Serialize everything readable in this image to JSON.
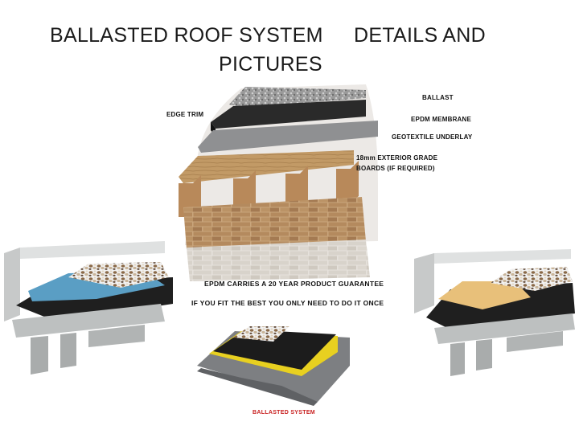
{
  "title": {
    "line1_left": "BALLASTED ROOF SYSTEM",
    "line1_right": "DETAILS AND",
    "line2": "PICTURES"
  },
  "layer_labels": {
    "ballast": "BALLAST",
    "edge_trim": "EDGE TRIM",
    "epdm_membrane": "EPDM MEMBRANE",
    "geotextile": "GEOTEXTILE UNDERLAY",
    "boards_line1": "18mm EXTERIOR GRADE",
    "boards_line2": "BOARDS (IF REQUIRED)"
  },
  "captions": {
    "guarantee": "EPDM CARRIES A 20 YEAR PRODUCT GUARANTEE",
    "fit_best": "IF YOU FIT THE BEST YOU ONLY NEED TO DO IT ONCE",
    "system_name": "BALLASTED SYSTEM"
  },
  "colors": {
    "caption_red": "#c81e1e",
    "membrane": "#222222",
    "insulation_blue": "#5a9ec4",
    "insulation_tan": "#e8c07a",
    "ballast_stone": "#a07850",
    "yellow_edge": "#e8d020",
    "concrete": "#b9bcbc"
  }
}
